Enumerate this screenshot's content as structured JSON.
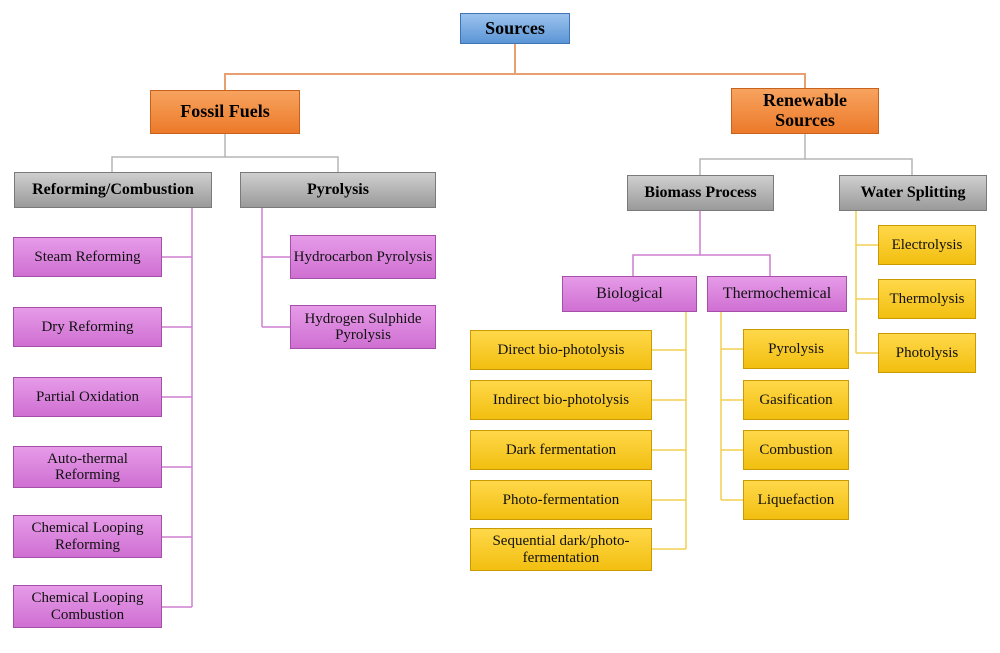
{
  "root": "Sources",
  "categories": {
    "fossil": "Fossil Fuels",
    "renewable": "Renewable Sources"
  },
  "fossil": {
    "reforming": {
      "label": "Reforming/Combustion",
      "items": [
        "Steam Reforming",
        "Dry Reforming",
        "Partial Oxidation",
        "Auto-thermal Reforming",
        "Chemical Looping Reforming",
        "Chemical Looping Combustion"
      ]
    },
    "pyrolysis": {
      "label": "Pyrolysis",
      "items": [
        "Hydrocarbon Pyrolysis",
        "Hydrogen Sulphide Pyrolysis"
      ]
    }
  },
  "renewable": {
    "biomass": {
      "label": "Biomass Process",
      "biological": {
        "label": "Biological",
        "items": [
          "Direct bio-photolysis",
          "Indirect bio-photolysis",
          "Dark fermentation",
          "Photo-fermentation",
          "Sequential dark/photo-fermentation"
        ]
      },
      "thermochemical": {
        "label": "Thermochemical",
        "items": [
          "Pyrolysis",
          "Gasification",
          "Combustion",
          "Liquefaction"
        ]
      }
    },
    "water": {
      "label": "Water Splitting",
      "items": [
        "Electrolysis",
        "Thermolysis",
        "Photolysis"
      ]
    }
  },
  "colors": {
    "root": "#5b95d6",
    "category": "#ec7a2a",
    "subcategory": "#9a9a9a",
    "method": "#cf6fd2",
    "process": "#f2bf10",
    "line_orange": "#e8a070",
    "line_gray": "#b5b5b5",
    "line_magenta": "#cf7fd2",
    "line_yellow": "#f2cf50"
  }
}
